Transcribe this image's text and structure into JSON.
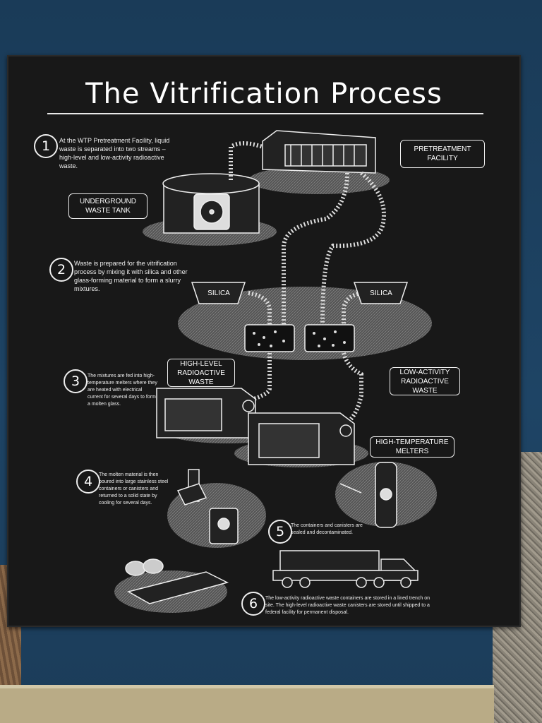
{
  "poster": {
    "title": "The Vitrification Process",
    "steps": [
      {
        "num": "1",
        "text": "At the WTP Pretreatment Facility, liquid waste is separated into two streams – high-level and low-activity radioactive waste."
      },
      {
        "num": "2",
        "text": "Waste is prepared for the vitrification process by mixing it with silica and other glass-forming material to form a slurry mixtures."
      },
      {
        "num": "3",
        "text": "The mixtures are fed into high-temperature melters where they are heated with electrical current for several days to form a molten glass."
      },
      {
        "num": "4",
        "text": "The molten material is then poured into large stainless steel containers or canisters and returned to a solid state by cooling for several days."
      },
      {
        "num": "5",
        "text": "The containers and canisters are sealed and decontaminated."
      },
      {
        "num": "6",
        "text": "The low-activity radioactive waste containers are stored in a lined trench on site.  The high-level radioactive waste canisters are stored until shipped to a federal facility for permanent disposal."
      }
    ],
    "labels": {
      "pretreatment": "PRETREATMENT FACILITY",
      "underground": "UNDERGROUND WASTE TANK",
      "silica_left": "SILICA",
      "silica_right": "SILICA",
      "high_level": "HIGH-LEVEL RADIOACTIVE WASTE",
      "low_activity": "LOW-ACTIVITY RADIOACTIVE WASTE",
      "melters": "HIGH-TEMPERATURE MELTERS"
    }
  }
}
